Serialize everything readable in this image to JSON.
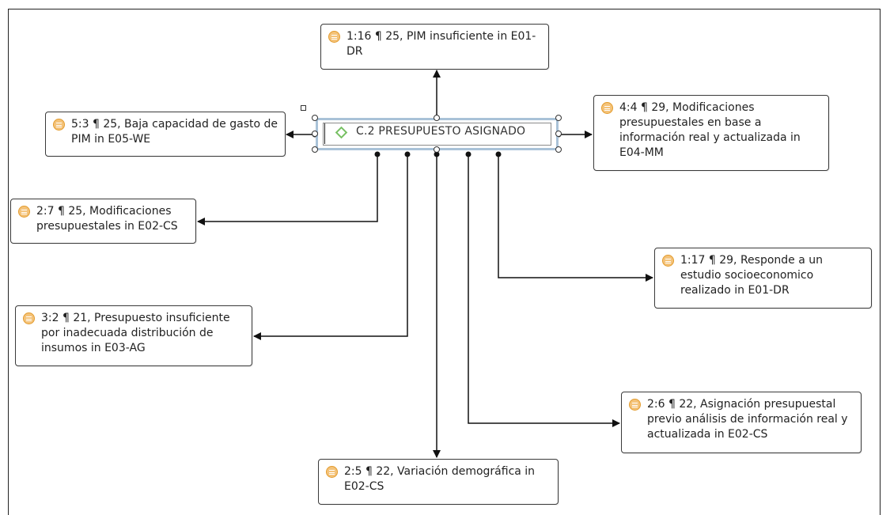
{
  "center_code": {
    "label": "C.2 PRESUPUESTO ASIGNADO",
    "icon": "diamond-code-icon",
    "icon_color": "#77c063",
    "border_color": "#a9c2d8"
  },
  "quotations": [
    {
      "id": "q-1-16",
      "text": "1:16 ¶ 25, PIM insuficiente in E01-DR"
    },
    {
      "id": "q-5-3",
      "text": "5:3 ¶ 25, Baja capacidad de gasto de PIM in E05-WE"
    },
    {
      "id": "q-4-4",
      "text": "4:4 ¶ 29, Modificaciones presupuestales en base a información real y actualizada in E04-MM"
    },
    {
      "id": "q-2-7",
      "text": "2:7 ¶ 25, Modificaciones presupuestales in E02-CS"
    },
    {
      "id": "q-1-17",
      "text": "1:17 ¶ 29, Responde a un estudio socioeconomico realizado in E01-DR"
    },
    {
      "id": "q-3-2",
      "text": "3:2 ¶ 21, Presupuesto insuficiente por inadecuada distribución de insumos in E03-AG"
    },
    {
      "id": "q-2-6",
      "text": "2:6 ¶ 22, Asignación presupuestal previo análisis de información real y actualizada in E02-CS"
    },
    {
      "id": "q-2-5",
      "text": "2:5 ¶ 22, Variación demográfica in E02-CS"
    }
  ],
  "quotation_icon": "quotation-document-icon",
  "quotation_icon_color": "#f4c37a"
}
